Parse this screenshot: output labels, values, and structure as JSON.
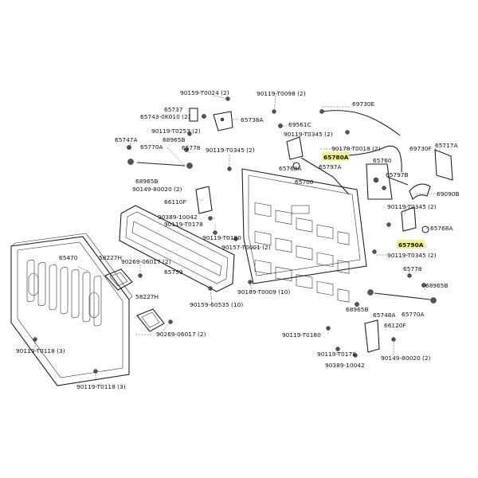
{
  "labels": [
    {
      "id": "l-90159-t0024",
      "text": "90159-T0024 (2)"
    },
    {
      "id": "l-90119-t0098",
      "text": "90119-T0098 (2)"
    },
    {
      "id": "l-69730e",
      "text": "69730E"
    },
    {
      "id": "l-65737",
      "text": "65737"
    },
    {
      "id": "l-65743",
      "text": "65743-0K010 (2)"
    },
    {
      "id": "l-65738a",
      "text": "65738A"
    },
    {
      "id": "l-69561c",
      "text": "69561C"
    },
    {
      "id": "l-90119-t0253",
      "text": "90119-T0253 (2)"
    },
    {
      "id": "l-90119-t0345-top",
      "text": "90119-T0345 (2)"
    },
    {
      "id": "l-65747a",
      "text": "65747A"
    },
    {
      "id": "l-68965b-top",
      "text": "68965B"
    },
    {
      "id": "l-65770a-top",
      "text": "65770A"
    },
    {
      "id": "l-65778-top",
      "text": "65778"
    },
    {
      "id": "l-90119-t0345-mid",
      "text": "90119-T0345 (2)"
    },
    {
      "id": "l-65780a",
      "text": "65780A",
      "highlight": true
    },
    {
      "id": "l-90178-t0018",
      "text": "90178-T0018 (2)"
    },
    {
      "id": "l-69730f",
      "text": "69730F"
    },
    {
      "id": "l-65717a",
      "text": "65717A"
    },
    {
      "id": "l-65768a-top",
      "text": "65768A"
    },
    {
      "id": "l-65797a",
      "text": "65797A"
    },
    {
      "id": "l-65760",
      "text": "65760"
    },
    {
      "id": "l-65797b",
      "text": "65797B"
    },
    {
      "id": "l-68965b-left",
      "text": "68965B"
    },
    {
      "id": "l-90149-80020-top",
      "text": "90149-80020 (2)"
    },
    {
      "id": "l-65700",
      "text": "65700"
    },
    {
      "id": "l-69090b",
      "text": "69090B"
    },
    {
      "id": "l-66110f",
      "text": "66110F"
    },
    {
      "id": "l-90119-t0345-right",
      "text": "90119-T0345 (2)"
    },
    {
      "id": "l-90389-10042-top",
      "text": "90389-10042"
    },
    {
      "id": "l-90119-t0178-top",
      "text": "90119-T0178"
    },
    {
      "id": "l-65768a-right",
      "text": "65768A"
    },
    {
      "id": "l-90119-t0180-top",
      "text": "90119-T0180"
    },
    {
      "id": "l-65790a",
      "text": "65790A",
      "highlight": true
    },
    {
      "id": "l-90157-t0001",
      "text": "90157-T0001 (2)"
    },
    {
      "id": "l-90119-t0345-bottom",
      "text": "90119-T0345 (2)"
    },
    {
      "id": "l-65470",
      "text": "65470"
    },
    {
      "id": "l-58227h-top",
      "text": "58227H"
    },
    {
      "id": "l-90269-06017-top",
      "text": "90269-06017 (2)"
    },
    {
      "id": "l-65759",
      "text": "65759"
    },
    {
      "id": "l-65778-bottom",
      "text": "65778"
    },
    {
      "id": "l-68965b-bottom",
      "text": "68965B"
    },
    {
      "id": "l-90189-t0009",
      "text": "90189-T0009 (10)"
    },
    {
      "id": "l-58227h-bottom",
      "text": "58227H"
    },
    {
      "id": "l-90159-60535",
      "text": "90159-60535 (10)"
    },
    {
      "id": "l-68965b-mid",
      "text": "68965B"
    },
    {
      "id": "l-65748a",
      "text": "65748A"
    },
    {
      "id": "l-65770a-bottom",
      "text": "65770A"
    },
    {
      "id": "l-90269-06017-bottom",
      "text": "90269-06017 (2)"
    },
    {
      "id": "l-66120f",
      "text": "66120F"
    },
    {
      "id": "l-90119-t0180-bottom",
      "text": "90119-T0180"
    },
    {
      "id": "l-90119-t0118-top",
      "text": "90119-T0118 (3)"
    },
    {
      "id": "l-90119-t0178-bottom",
      "text": "90119-T0178"
    },
    {
      "id": "l-90149-80020-bottom",
      "text": "90149-80020 (2)"
    },
    {
      "id": "l-90389-10042-bottom",
      "text": "90389-10042"
    },
    {
      "id": "l-90119-t0118-bottom",
      "text": "90119-T0118 (3)"
    }
  ],
  "colors": {
    "highlight": "#f2f28a",
    "ink": "#222222"
  }
}
